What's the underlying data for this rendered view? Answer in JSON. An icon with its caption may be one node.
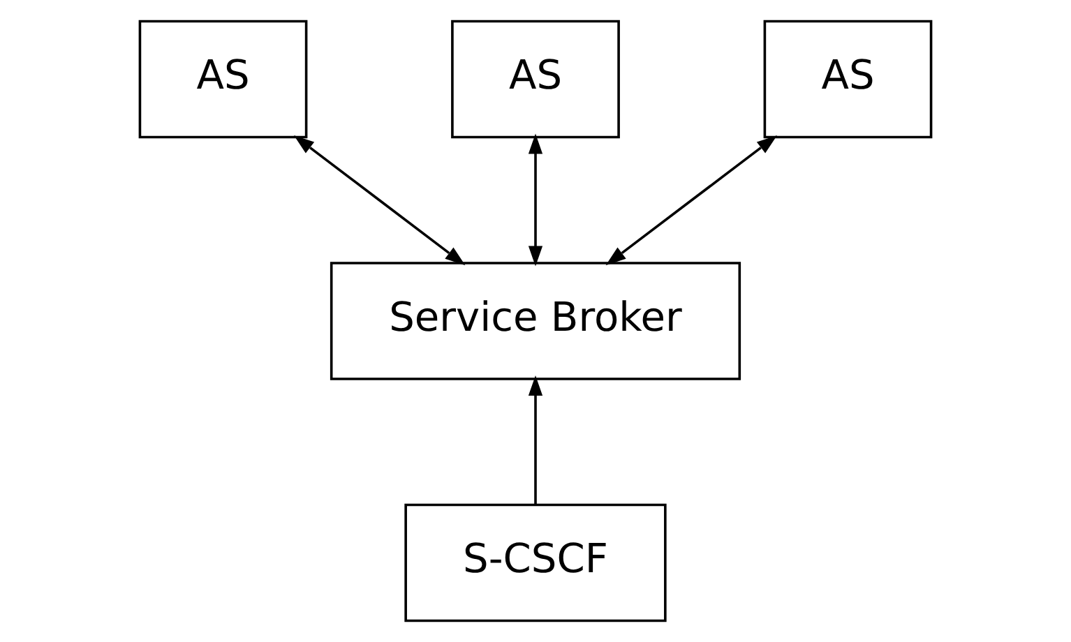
{
  "diagram": {
    "nodes": [
      {
        "text": [
          "AS"
        ]
      },
      {
        "text": [
          "AS"
        ]
      },
      {
        "text": [
          "AS"
        ]
      },
      {
        "text": [
          "Service Broker"
        ]
      },
      {
        "text": [
          "S-CSCF"
        ]
      }
    ],
    "edges": [
      {
        "from": 3,
        "to": 0,
        "arrow": "both"
      },
      {
        "from": 3,
        "to": 1,
        "arrow": "both"
      },
      {
        "from": 3,
        "to": 2,
        "arrow": "both"
      },
      {
        "from": 4,
        "to": 3,
        "arrow": "to"
      }
    ]
  }
}
